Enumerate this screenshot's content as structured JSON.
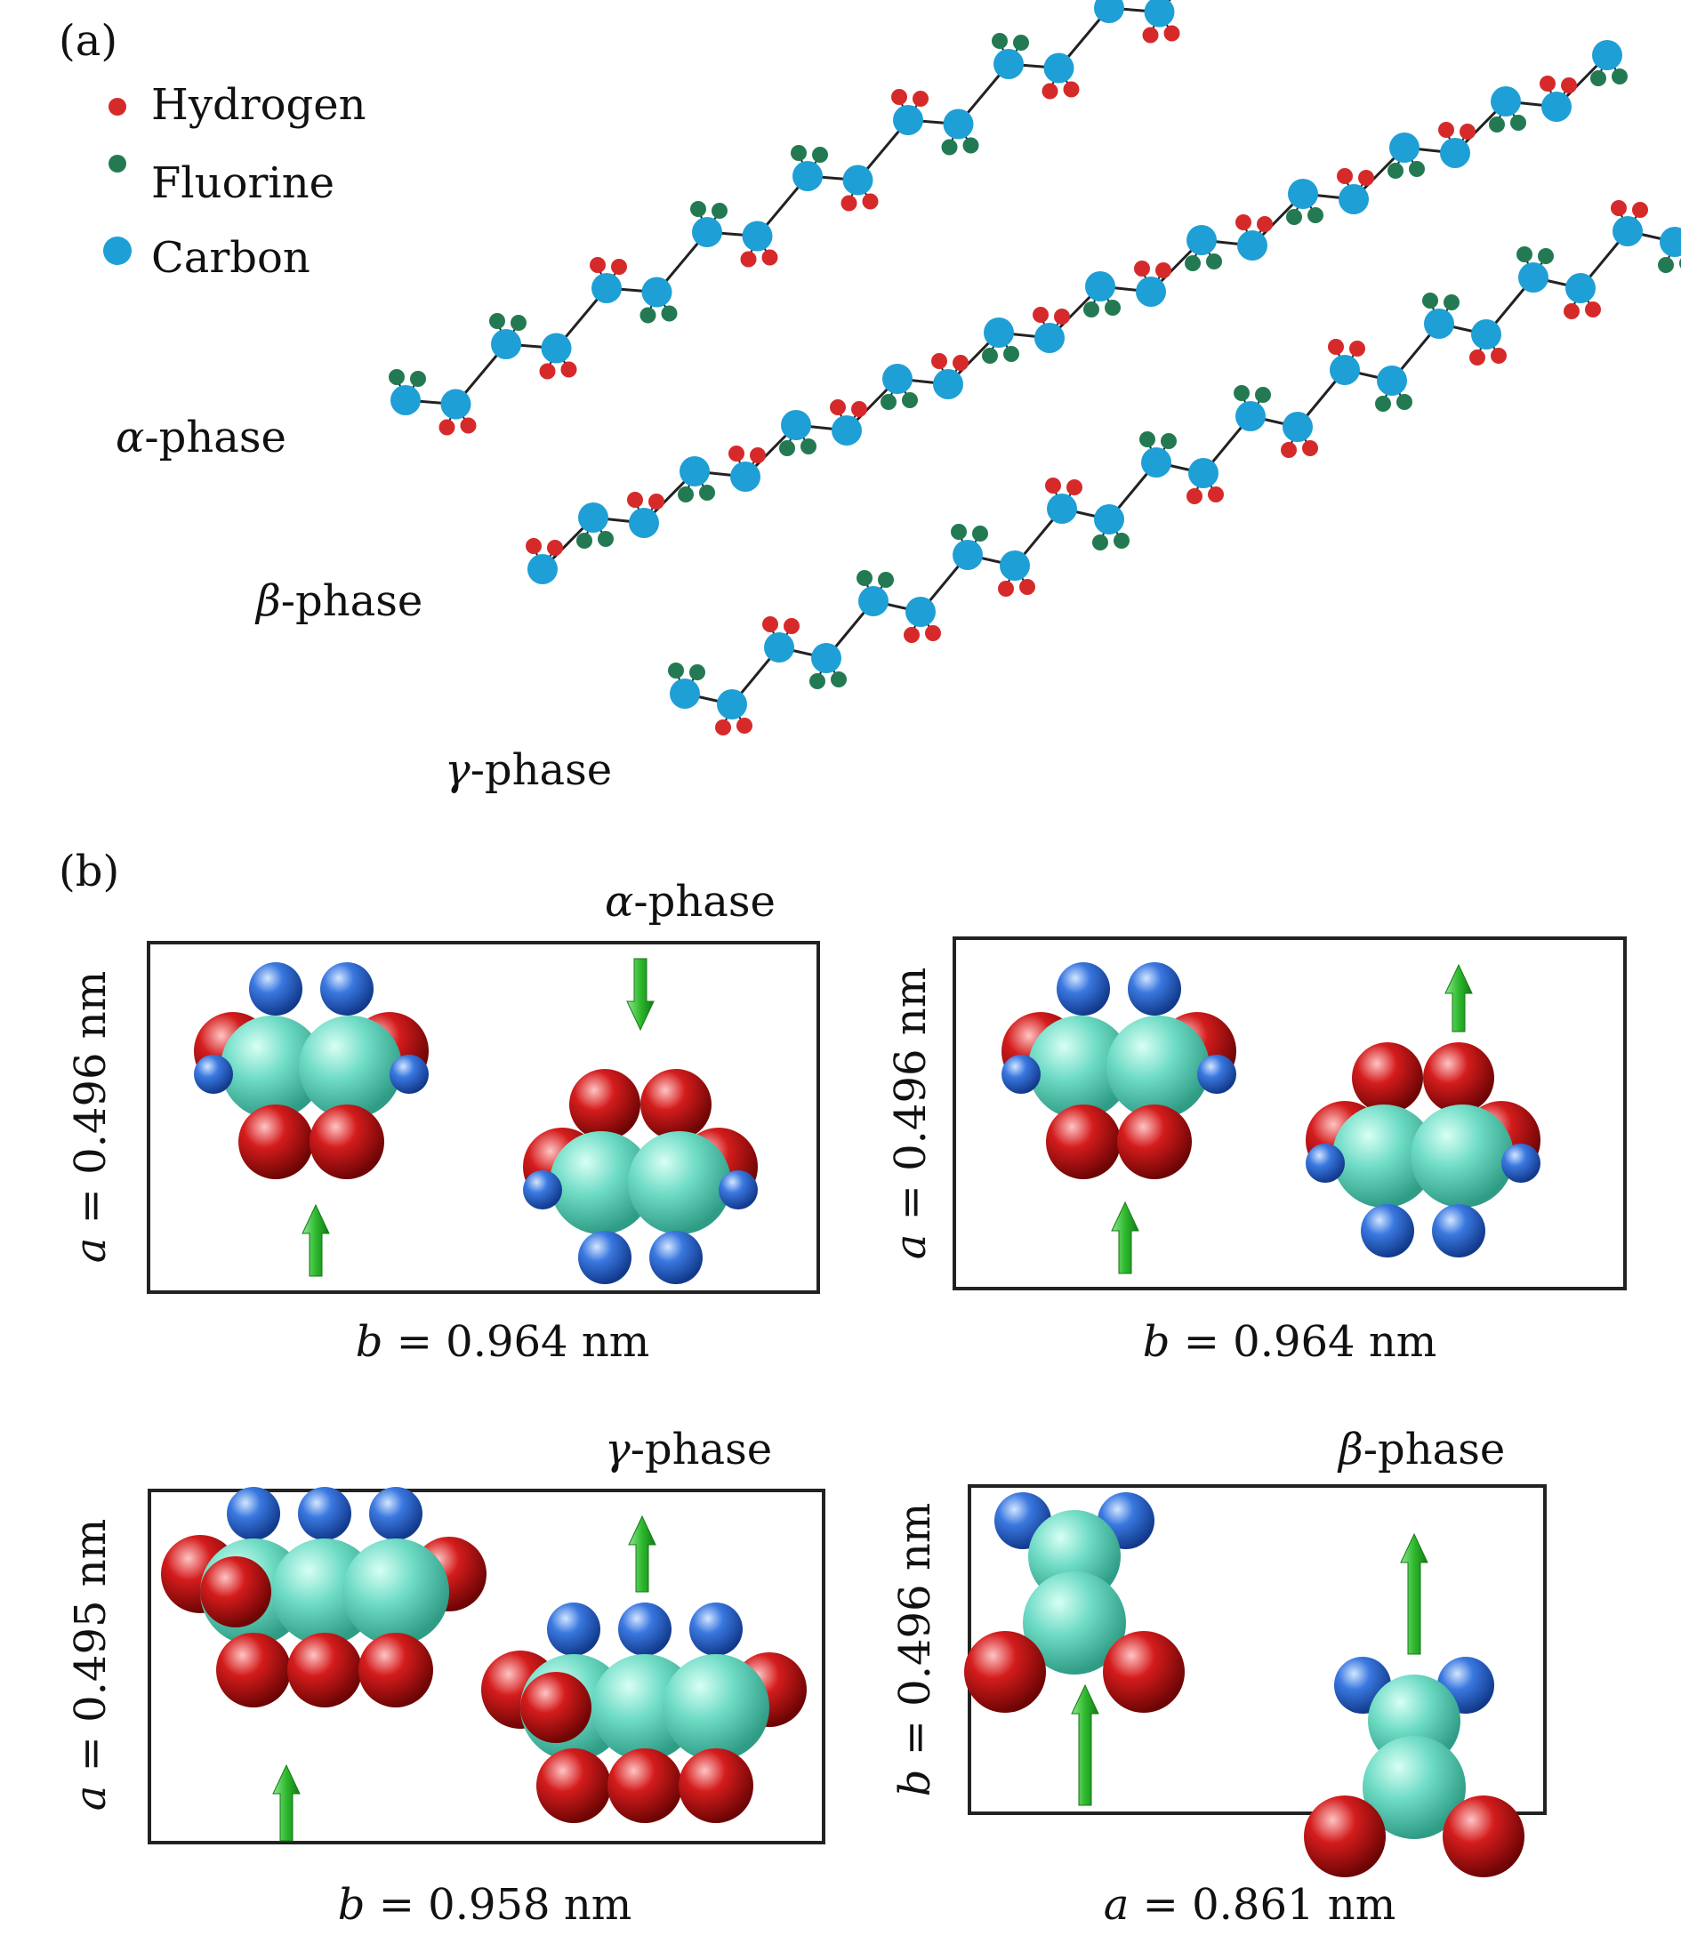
{
  "panel_a": {
    "label": "(a)",
    "legend": [
      {
        "name": "Hydrogen",
        "color": "#d62a2a"
      },
      {
        "name": "Fluorine",
        "color": "#237a52"
      },
      {
        "name": "Carbon",
        "color": "#1e9fd6"
      }
    ],
    "chains": [
      {
        "greek": "α",
        "suffix": "-phase"
      },
      {
        "greek": "β",
        "suffix": "-phase"
      },
      {
        "greek": "γ",
        "suffix": "-phase"
      }
    ]
  },
  "panel_b": {
    "label": "(b)",
    "colors": {
      "carbon": "#6fdcc6",
      "hydrogen": "#3a78e0",
      "fluorine": "#d41c1c",
      "arrow": "#2eb82e"
    },
    "cells": [
      {
        "title_greek": "α",
        "title_suffix": "-phase",
        "side_var": "a",
        "side_rest": " = 0.496 nm",
        "bottom_var": "b",
        "bottom_rest": " = 0.964 nm"
      },
      {
        "title_greek": "",
        "title_suffix": "",
        "side_var": "a",
        "side_rest": " = 0.496 nm",
        "bottom_var": "b",
        "bottom_rest": " = 0.964 nm"
      },
      {
        "title_greek": "γ",
        "title_suffix": "-phase",
        "side_var": "a",
        "side_rest": " = 0.495 nm",
        "bottom_var": "b",
        "bottom_rest": " = 0.958 nm"
      },
      {
        "title_greek": "β",
        "title_suffix": "-phase",
        "side_var": "b",
        "side_rest": " = 0.496 nm",
        "bottom_var": "a",
        "bottom_rest": " = 0.861 nm"
      }
    ]
  }
}
